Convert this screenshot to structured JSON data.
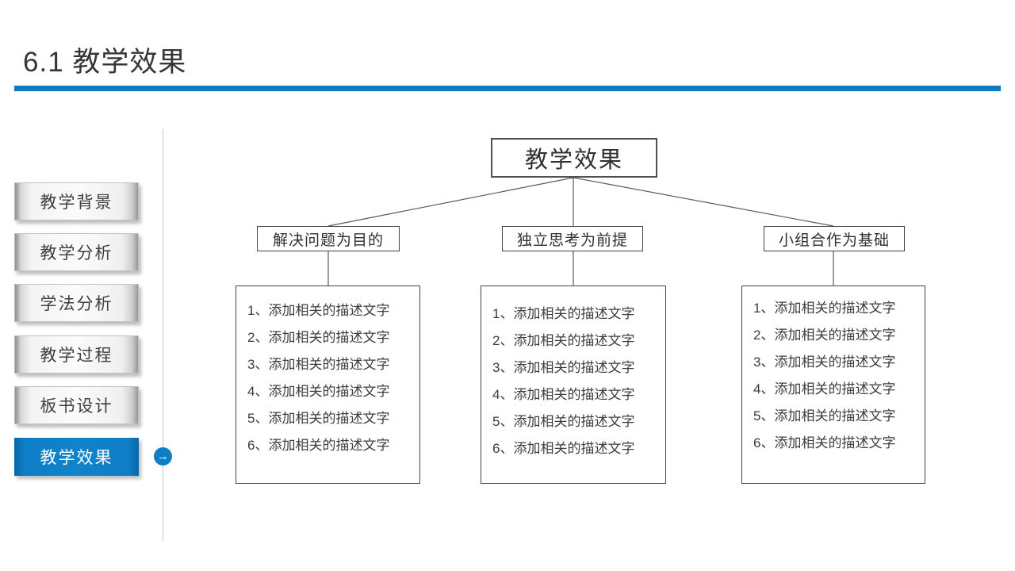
{
  "slide": {
    "title": "6.1 教学效果",
    "accent_color": "#0e7cc2"
  },
  "sidebar": {
    "items": [
      {
        "label": "教学背景",
        "active": false
      },
      {
        "label": "教学分析",
        "active": false
      },
      {
        "label": "学法分析",
        "active": false
      },
      {
        "label": "教学过程",
        "active": false
      },
      {
        "label": "板书设计",
        "active": false
      },
      {
        "label": "教学效果",
        "active": true
      }
    ],
    "arrow_icon": "→"
  },
  "diagram": {
    "root": "教学效果",
    "columns": [
      {
        "header": "解决问题为目的",
        "items": [
          "1、添加相关的描述文字",
          "2、添加相关的描述文字",
          "3、添加相关的描述文字",
          "4、添加相关的描述文字",
          "5、添加相关的描述文字",
          "6、添加相关的描述文字"
        ]
      },
      {
        "header": "独立思考为前提",
        "items": [
          "1、添加相关的描述文字",
          "2、添加相关的描述文字",
          "3、添加相关的描述文字",
          "4、添加相关的描述文字",
          "5、添加相关的描述文字",
          "6、添加相关的描述文字"
        ]
      },
      {
        "header": "小组合作为基础",
        "items": [
          "1、添加相关的描述文字",
          "2、添加相关的描述文字",
          "3、添加相关的描述文字",
          "4、添加相关的描述文字",
          "5、添加相关的描述文字",
          "6、添加相关的描述文字"
        ]
      }
    ]
  }
}
